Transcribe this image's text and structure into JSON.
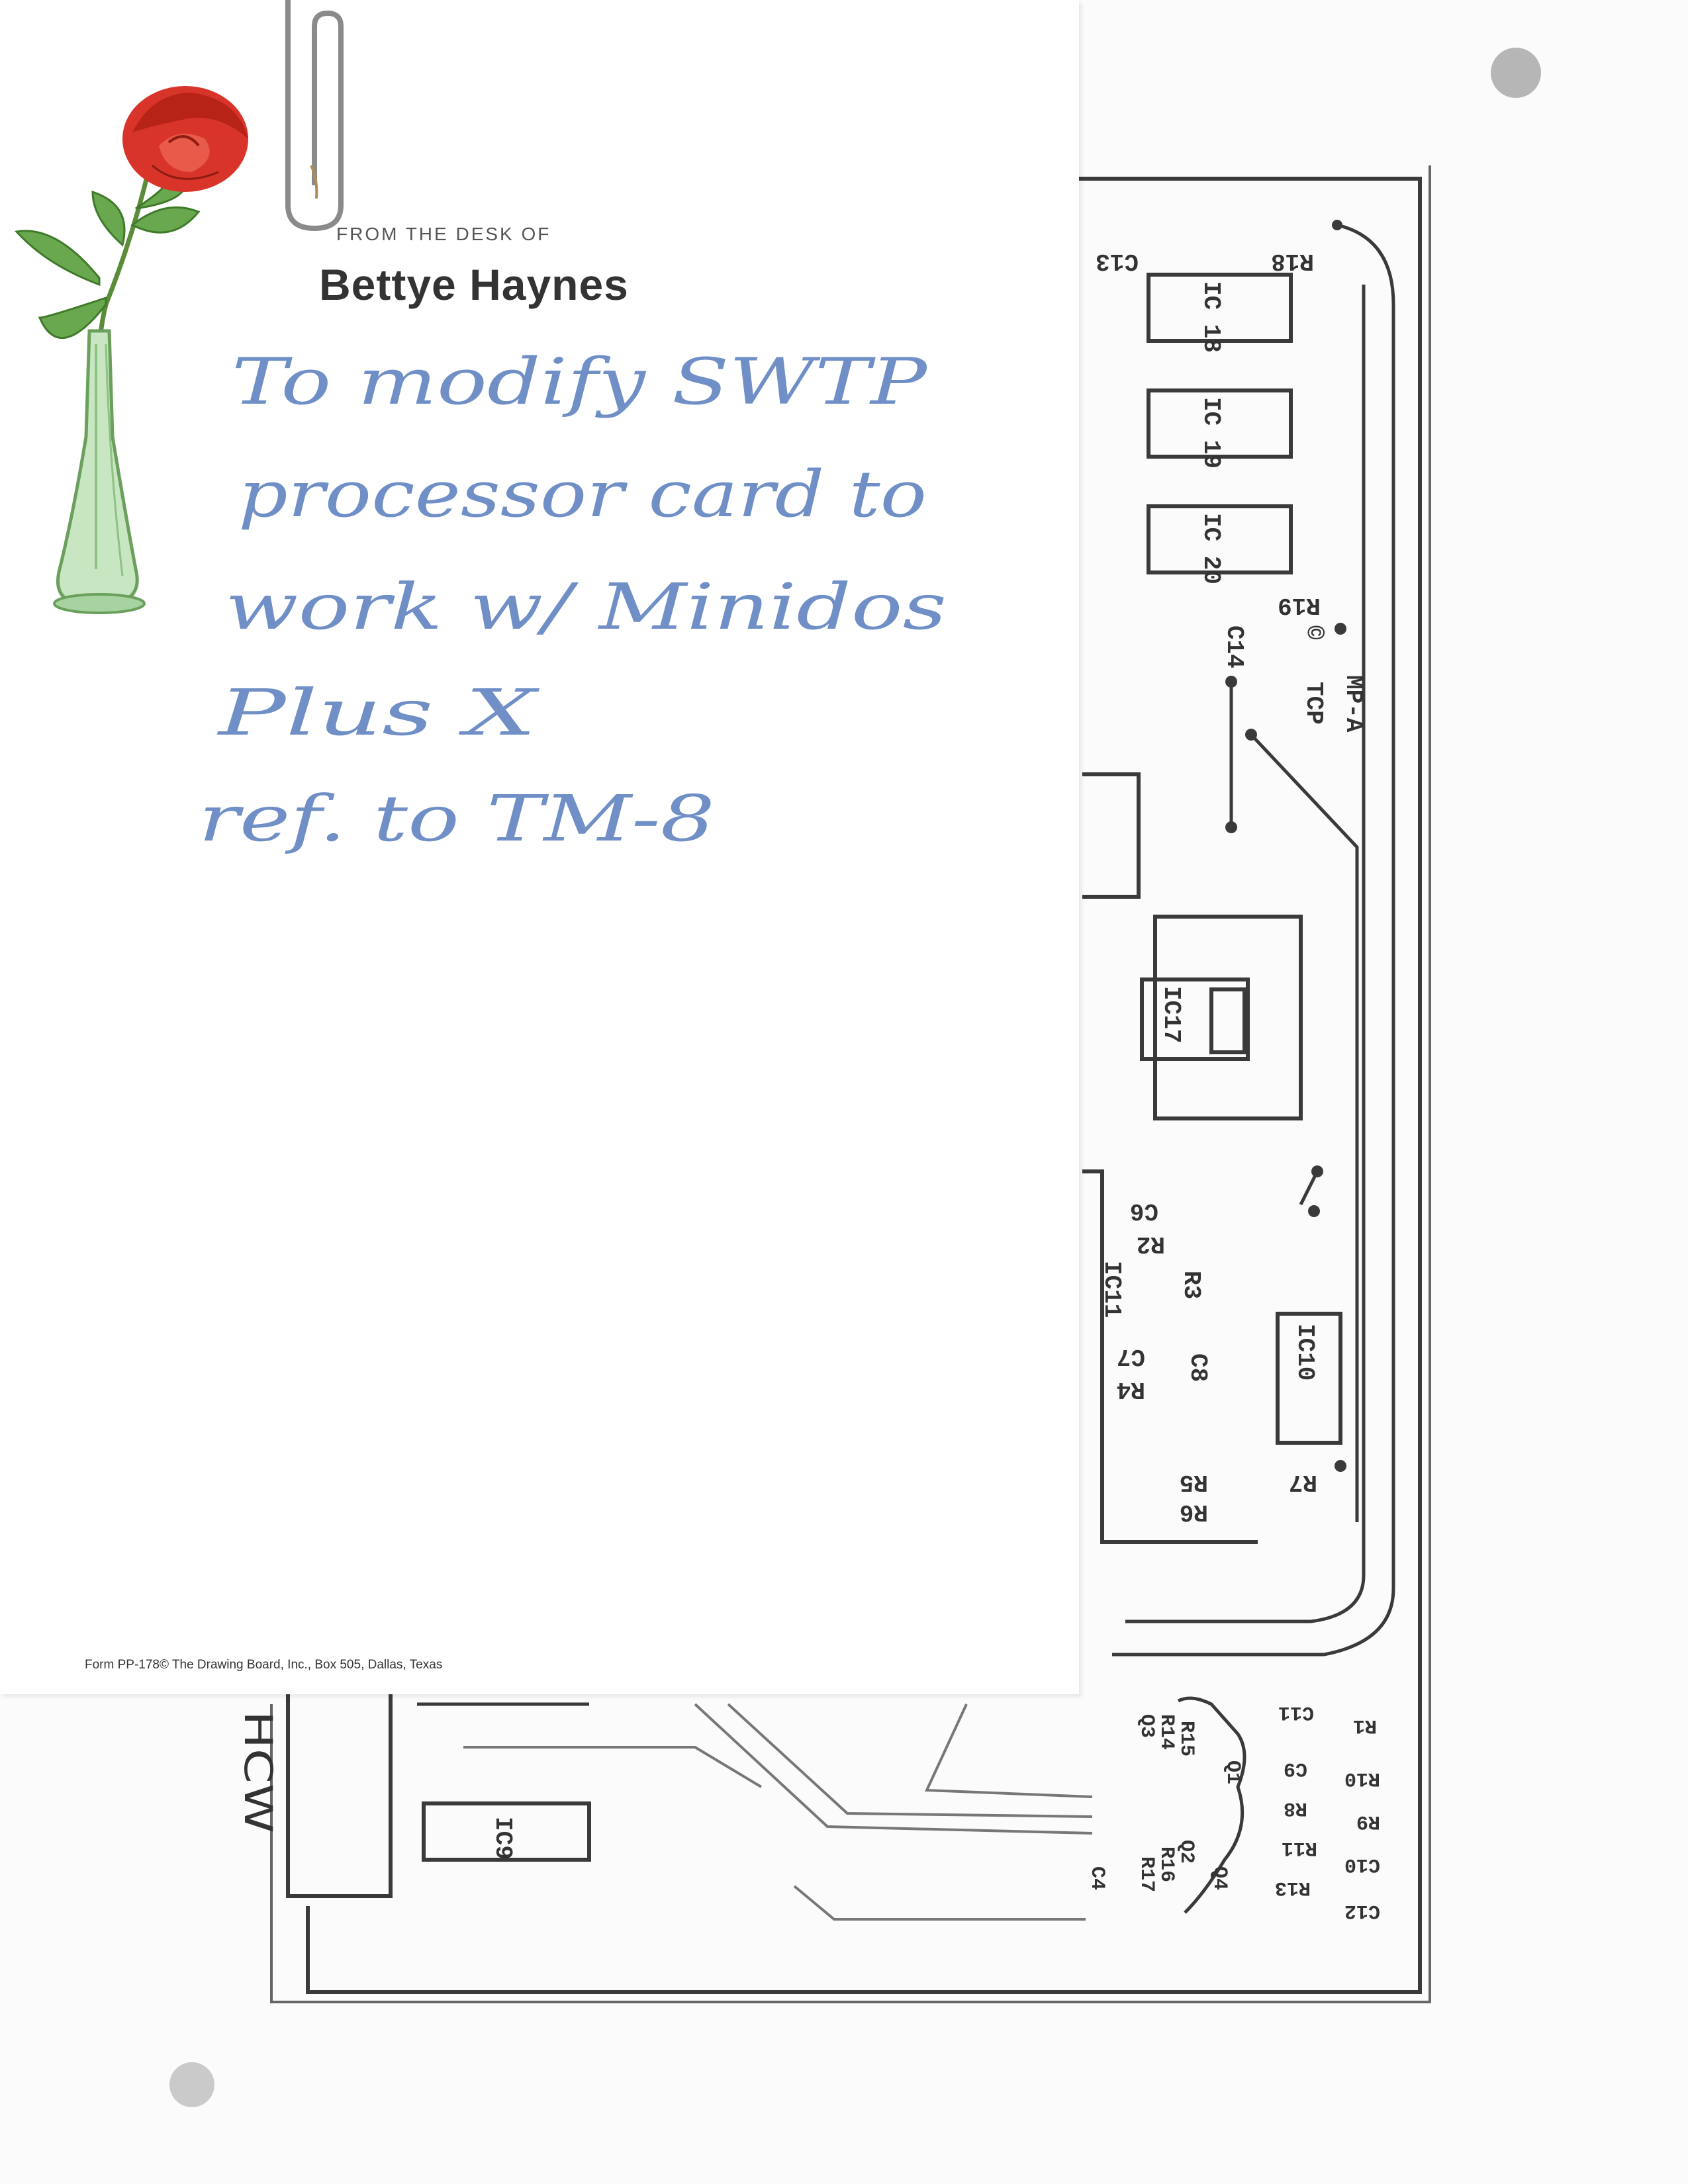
{
  "letterhead": {
    "from_label": "FROM THE DESK OF",
    "name": "Bettye Haynes"
  },
  "handwritten_note": {
    "lines": [
      "To modify SWTP",
      "processor card to",
      "work w/ Minidos",
      "Plus X",
      "ref. to TM-8"
    ]
  },
  "footer": {
    "form_text": "Form PP-178© The Drawing Board, Inc., Box 505, Dallas, Texas"
  },
  "initials": "HCW",
  "pcb_labels": {
    "c13": "C13",
    "r18": "R18",
    "ic18": "IC 18",
    "ic19": "IC 19",
    "ic20": "IC 20",
    "r19": "R19",
    "c14": "C14",
    "copyright": "©",
    "tcp": "TCP",
    "mp_a": "MP-A",
    "ic17": "IC17",
    "c6": "C6",
    "r2": "R2",
    "r3": "R3",
    "ic11": "IC11",
    "c8": "C8",
    "c7": "C7",
    "r4": "R4",
    "ic10": "IC10",
    "r7": "R7",
    "r5": "R5",
    "r6": "R6",
    "c11": "C11",
    "c9": "C9",
    "r8": "R8",
    "r11": "R11",
    "r13": "R13",
    "r1": "R1",
    "r10": "R10",
    "r9": "R9",
    "c10": "C10",
    "c12": "C12",
    "q3": "Q3",
    "r14": "R14",
    "r15": "R15",
    "q1": "Q1",
    "q2": "Q2",
    "r16": "R16",
    "r17": "R17",
    "q4": "Q4",
    "c4": "C4",
    "ic9": "IC9"
  },
  "colors": {
    "ink": "#6f8fc6",
    "trace": "#3a3a3a",
    "rose": "#d8342a",
    "leaf": "#6aa84f",
    "vase": "#a7d3a0"
  }
}
